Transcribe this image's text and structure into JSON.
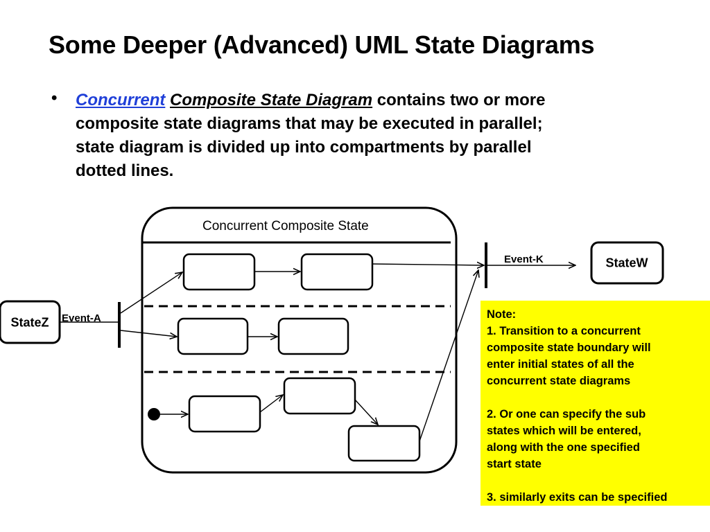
{
  "slide": {
    "title": "Some Deeper (Advanced) UML State Diagrams",
    "bullet_marker": "•",
    "bullet": {
      "concurrent": "Concurrent",
      "composite_state_diagram": "Composite State Diagram",
      "line1_rest": " contains two or more",
      "line2": "composite state diagrams that may be executed in parallel;",
      "line3": "state diagram is divided up into compartments by parallel",
      "line4": "dotted lines."
    }
  },
  "diagram": {
    "composite_state_label": "Concurrent Composite State",
    "state_z": "StateZ",
    "state_w": "StateW",
    "event_a": "Event-A",
    "event_k": "Event-K"
  },
  "note": {
    "lines": [
      "Note:",
      "1. Transition to a concurrent",
      "composite state boundary will",
      "enter initial states of all the",
      "concurrent state diagrams",
      "",
      "2. Or one can specify the sub",
      "states which will be entered,",
      "along with the one specified",
      "start state",
      "",
      "3. similarly exits can be specified"
    ]
  },
  "colors": {
    "accent_keyword": "#1f3fd8",
    "note_background": "#ffff00"
  }
}
